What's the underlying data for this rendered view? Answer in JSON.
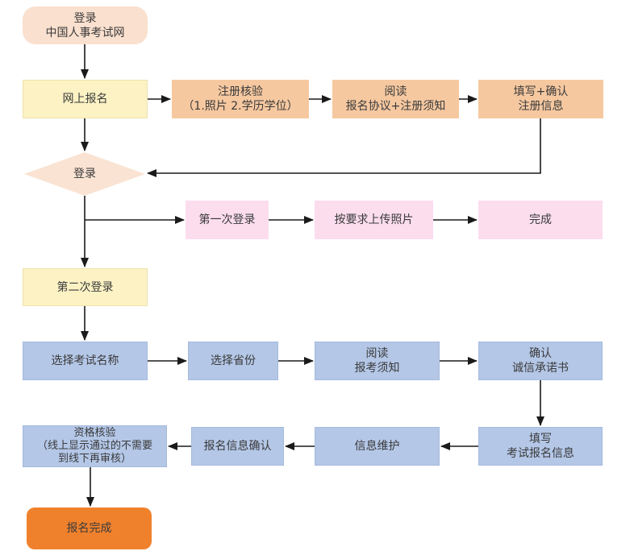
{
  "flowchart": {
    "nodes": {
      "start": {
        "line1": "登录",
        "line2": "中国人事考试网"
      },
      "online_reg": {
        "label": "网上报名"
      },
      "reg_verify": {
        "line1": "注册核验",
        "line2": "（1.照片 2.学历学位）"
      },
      "read_agreement": {
        "line1": "阅读",
        "line2": "报名协议+注册须知"
      },
      "fill_confirm_reg": {
        "line1": "填写+确认",
        "line2": "注册信息"
      },
      "login_decision": {
        "label": "登录"
      },
      "first_login": {
        "label": "第一次登录"
      },
      "upload_photo": {
        "label": "按要求上传照片"
      },
      "complete": {
        "label": "完成"
      },
      "second_login": {
        "label": "第二次登录"
      },
      "select_exam": {
        "label": "选择考试名称"
      },
      "select_province": {
        "label": "选择省份"
      },
      "read_notice": {
        "line1": "阅读",
        "line2": "报考须知"
      },
      "confirm_promise": {
        "line1": "确认",
        "line2": "诚信承诺书"
      },
      "fill_exam_info": {
        "line1": "填写",
        "line2": "考试报名信息"
      },
      "info_maintain": {
        "label": "信息维护"
      },
      "reg_info_confirm": {
        "label": "报名信息确认"
      },
      "qualification": {
        "line1": "资格核验",
        "line2": "（线上显示通过的不需要",
        "line3": "到线下再审核）"
      },
      "finish": {
        "label": "报名完成"
      }
    },
    "colors": {
      "peach": "#FAE0CE",
      "process_orange": "#F6C8A0",
      "yellow": "#FCF2C4",
      "pink": "#FBDDEE",
      "blue": "#B4C7E7",
      "finish_orange": "#F0812C",
      "text": "#3A3A3A",
      "arrow": "#1A1A1A"
    }
  }
}
